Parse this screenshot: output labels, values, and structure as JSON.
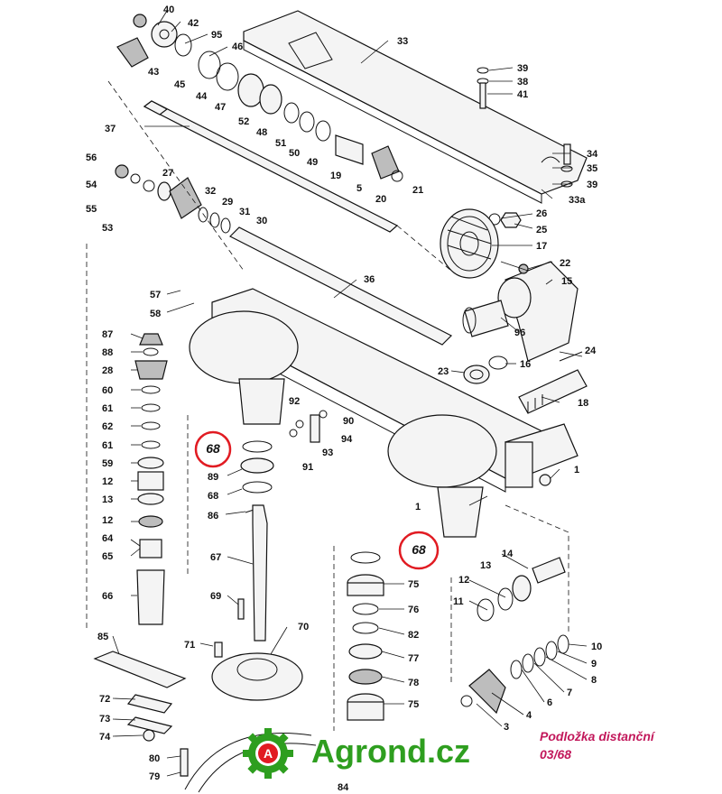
{
  "diagram": {
    "part_labels": [
      "40",
      "42",
      "95",
      "46",
      "33",
      "39",
      "38",
      "41",
      "43",
      "45",
      "44",
      "47",
      "52",
      "48",
      "51",
      "50",
      "49",
      "19",
      "37",
      "56",
      "27",
      "54",
      "55",
      "53",
      "32",
      "29",
      "31",
      "30",
      "34",
      "35",
      "39",
      "33a",
      "5",
      "20",
      "21",
      "26",
      "25",
      "17",
      "22",
      "15",
      "36",
      "57",
      "58",
      "87",
      "88",
      "28",
      "60",
      "61",
      "62",
      "61",
      "59",
      "12",
      "13",
      "12",
      "64",
      "65",
      "66",
      "92",
      "90",
      "94",
      "91",
      "93",
      "89",
      "68",
      "86",
      "67",
      "69",
      "85",
      "71",
      "70",
      "72",
      "73",
      "74",
      "80",
      "79",
      "96",
      "23",
      "16",
      "24",
      "18",
      "1",
      "1",
      "14",
      "13",
      "12",
      "11",
      "75",
      "76",
      "82",
      "77",
      "78",
      "75",
      "10",
      "9",
      "8",
      "7",
      "6",
      "4",
      "3",
      "84"
    ],
    "highlight_labels": [
      "68",
      "68"
    ],
    "highlight_color": "#e11b22"
  },
  "footer": {
    "brand": "Agrond.cz",
    "logo_letter": "A",
    "brand_color": "#2e9e1f",
    "caption_line1": "Podložka distanční",
    "caption_line2": "03/68",
    "caption_color": "#c2185b"
  }
}
